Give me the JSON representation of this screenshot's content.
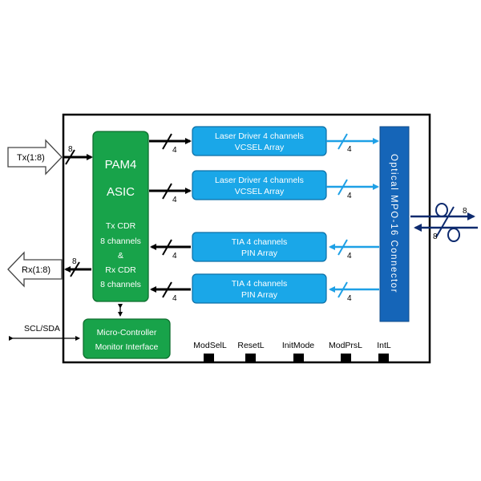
{
  "asic": {
    "title": "PAM4",
    "subtitle": "ASIC",
    "lines": [
      "Tx CDR",
      "8 channels",
      "&",
      "Rx CDR",
      "8 channels"
    ]
  },
  "tx_blocks": [
    {
      "line1": "Laser Driver 4 channels",
      "line2": "VCSEL Array"
    },
    {
      "line1": "Laser Driver 4 channels",
      "line2": "VCSEL Array"
    }
  ],
  "rx_blocks": [
    {
      "line1": "TIA 4 channels",
      "line2": "PIN Array"
    },
    {
      "line1": "TIA 4 channels",
      "line2": "PIN Array"
    }
  ],
  "micro": {
    "line1": "Micro-Controller",
    "line2": "Monitor Interface"
  },
  "connector": {
    "label": "Optical MPO-16 Connector"
  },
  "io": {
    "tx": "Tx(1:8)",
    "rx": "Rx(1:8)",
    "i2c": "SCL/SDA"
  },
  "bus_widths": {
    "tx_in": "8",
    "rx_out": "8",
    "asic_tx1": "4",
    "asic_tx2": "4",
    "asic_rx1": "4",
    "asic_rx2": "4",
    "opt_tx1": "4",
    "opt_tx2": "4",
    "opt_rx1": "4",
    "opt_rx2": "4",
    "fiber_tx": "8",
    "fiber_rx": "8"
  },
  "pins": [
    "ModSelL",
    "ResetL",
    "InitMode",
    "ModPrsL",
    "IntL"
  ],
  "colors": {
    "asic_green": "#18a34a",
    "asic_border": "#0e6e2e",
    "block_blue": "#1aa7e8",
    "block_border": "#0c6fa6",
    "connector_blue": "#1565b8",
    "optical_arrow": "#1ea0e6",
    "fiber_navy": "#0d2a6e"
  }
}
